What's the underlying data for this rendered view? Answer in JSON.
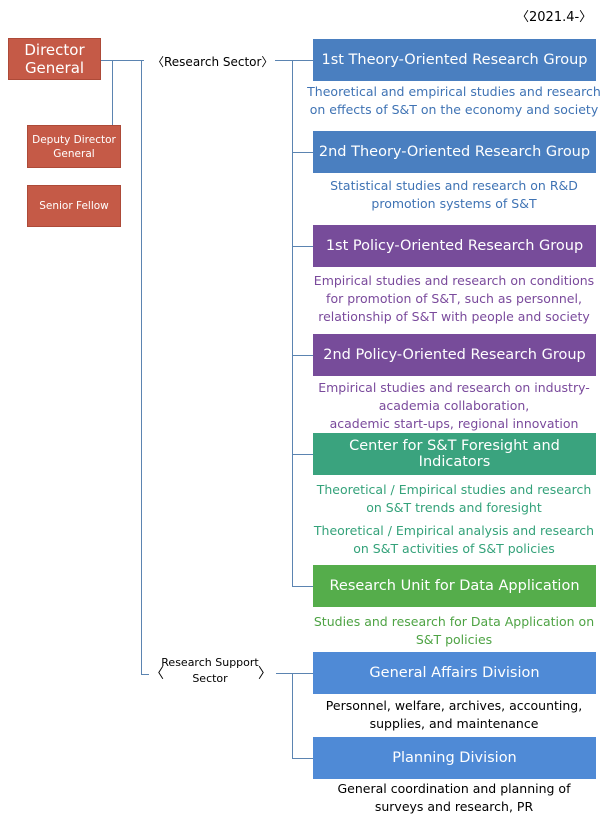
{
  "date": "〈2021.4-〉",
  "executives": {
    "director_general": "Director General",
    "deputy_director_general": "Deputy Director General",
    "senior_fellow": "Senior Fellow"
  },
  "sectors": {
    "research": "〈Research Sector〉",
    "support_open": "〈",
    "support_label": "Research Support Sector",
    "support_close": "〉"
  },
  "groups": [
    {
      "name": "1st Theory-Oriented Research Group",
      "desc": [
        "Theoretical and empirical studies and research",
        "on effects of S&T on the economy and society"
      ],
      "color": "#4a7fc0",
      "text_color": "#3f73b4"
    },
    {
      "name": "2nd Theory-Oriented Research Group",
      "desc": [
        "Statistical studies and research on R&D",
        "promotion systems of S&T"
      ],
      "color": "#4a7fc0",
      "text_color": "#3f73b4"
    },
    {
      "name": "1st Policy-Oriented Research Group",
      "desc": [
        "Empirical studies and research on conditions",
        "for promotion of S&T, such as personnel,",
        "relationship of S&T with people and society"
      ],
      "color": "#774c9a",
      "text_color": "#7a4a9c"
    },
    {
      "name": "2nd Policy-Oriented Research Group",
      "desc": [
        "Empirical studies and research on industry-",
        "academia collaboration,",
        "academic start-ups, regional innovation"
      ],
      "color": "#774c9a",
      "text_color": "#7a4a9c"
    },
    {
      "name": "Center for S&T Foresight and Indicators",
      "desc": [
        "Theoretical / Empirical studies and research",
        "on S&T trends and foresight",
        "Theoretical / Empirical analysis and research",
        "on S&T activities of S&T policies"
      ],
      "color": "#3aa37e",
      "text_color": "#34a27a"
    },
    {
      "name": "Research Unit for Data Application",
      "desc": [
        "Studies and research for Data Application on",
        "S&T policies"
      ],
      "color": "#55ad4b",
      "text_color": "#4ea344"
    }
  ],
  "support_divisions": [
    {
      "name": "General Affairs Division",
      "desc": [
        "Personnel, welfare, archives, accounting,",
        "supplies, and maintenance"
      ],
      "color": "#4f8ad6",
      "text_color": "#000000"
    },
    {
      "name": "Planning Division",
      "desc": [
        "General coordination and planning of",
        "surveys and research, PR"
      ],
      "color": "#4f8ad6",
      "text_color": "#000000"
    }
  ]
}
